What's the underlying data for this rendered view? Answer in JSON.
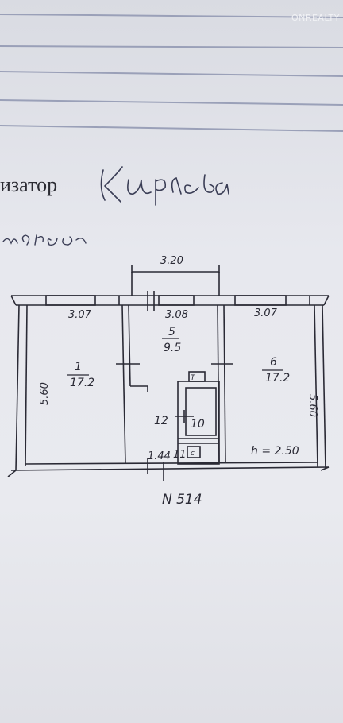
{
  "watermark": "ONREALTY",
  "header": {
    "label": "изатор",
    "signature_text": "Курлеева",
    "second_line_text": "шиства"
  },
  "plan": {
    "outer_top": "3.20",
    "room1_width": "3.07",
    "room5_width": "3.08",
    "room6_width": "3.07",
    "room1_height": "5.60",
    "room6_height": "5.60",
    "room1_number": "1",
    "room1_area": "17.2",
    "room5_number": "5",
    "room5_area": "9.5",
    "room6_number": "6",
    "room6_area": "17.2",
    "room12": "12",
    "room10": "10",
    "room11": "11",
    "hall_width": "1.44",
    "toilet_t": "Т",
    "toilet_c": "с",
    "ceiling": "h = 2.50",
    "apartment_no": "N 514"
  },
  "colors": {
    "ink": "#2a2a35",
    "paper": "#e7e8ee"
  }
}
